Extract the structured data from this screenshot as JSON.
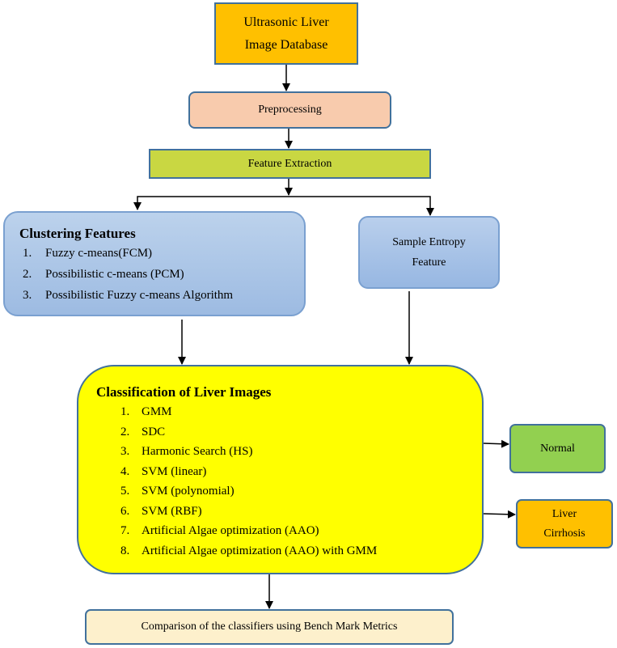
{
  "nodes": {
    "database": {
      "line1": "Ultrasonic Liver",
      "line2": "Image Database"
    },
    "preprocessing": {
      "label": "Preprocessing"
    },
    "feature_extraction": {
      "label": "Feature Extraction"
    },
    "clustering": {
      "title": "Clustering Features",
      "items": [
        {
          "num": "1.",
          "text": "Fuzzy c-means(FCM)"
        },
        {
          "num": "2.",
          "text": "Possibilistic c-means (PCM)"
        },
        {
          "num": "3.",
          "text": "Possibilistic Fuzzy c-means Algorithm"
        }
      ]
    },
    "entropy": {
      "line1": "Sample Entropy",
      "line2": "Feature"
    },
    "classification": {
      "title": "Classification of Liver Images",
      "items": [
        {
          "num": "1.",
          "text": "GMM"
        },
        {
          "num": "2.",
          "text": "SDC"
        },
        {
          "num": "3.",
          "text": "Harmonic Search (HS)"
        },
        {
          "num": "4.",
          "text": "SVM (linear)"
        },
        {
          "num": "5.",
          "text": "SVM (polynomial)"
        },
        {
          "num": "6.",
          "text": "SVM (RBF)"
        },
        {
          "num": "7.",
          "text": "Artificial Algae optimization (AAO)"
        },
        {
          "num": "8.",
          "text": "Artificial Algae optimization (AAO) with GMM"
        }
      ]
    },
    "normal": {
      "label": "Normal"
    },
    "cirrhosis": {
      "line1": "Liver",
      "line2": "Cirrhosis"
    },
    "comparison": {
      "label": "Comparison of the classifiers using Bench Mark Metrics"
    }
  },
  "colors": {
    "database": "#ffc000",
    "preprocessing": "#f8cbad",
    "feature_extraction": "#c9d742",
    "clustering": "#a9c4e8",
    "entropy": "#a9c4e8",
    "classification": "#ffff00",
    "normal": "#92d050",
    "cirrhosis": "#ffc000",
    "comparison": "#fdf0cc",
    "border": "#41719c"
  }
}
